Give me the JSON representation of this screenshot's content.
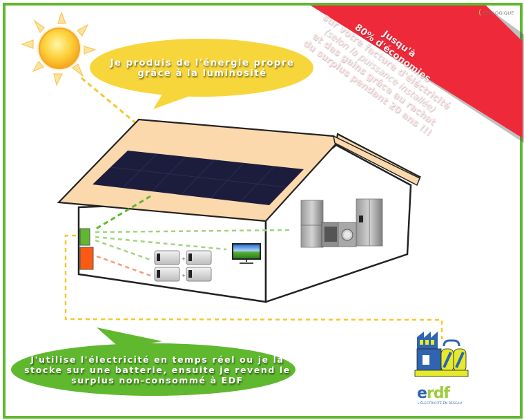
{
  "sun_bubble": {
    "line1": "Je produis de l'énergie propre",
    "line2": "grâce à la luminosité",
    "color": "#f7d63b"
  },
  "usage_bubble": {
    "line1": "J'utilise l'électricité en temps réel ou je la",
    "line2": "stocke sur une batterie, ensuite je revend le",
    "line3": "surplus non-consommé à EDF",
    "color": "#5fb82e"
  },
  "banner": {
    "line1": "Jusqu'à",
    "line2": "80% d'économies",
    "line3": "sur votre facture d'éléctricité",
    "line4": "(selon la puissance installée)",
    "line5": "et des gains grâce au rachat",
    "line6": "du surplus pendant 20 ans !!!",
    "color": "#ee2a3a"
  },
  "brand_logo": {
    "name": "ECOLOGIQUE"
  },
  "utility": {
    "name_e": "e",
    "name_rdf": "rdf",
    "tagline": "L'ÉLECTRICITÉ EN RÉSEAU"
  },
  "icons": {
    "sun": "sun-icon",
    "solar_panel": "solar-panel-icon",
    "inverter": "inverter-box-icon",
    "battery_meter": "meter-box-icon",
    "batteries": "battery-icon",
    "tv": "tv-icon",
    "appliances": "appliances-icon",
    "factory": "factory-icon"
  },
  "colors": {
    "frame": "#5fb82e",
    "roof": "#fcd9ad",
    "panel": "#1c1c3c",
    "flow_yellow": "#f7c72a",
    "flow_green": "#7cc24c",
    "flow_orange": "#f59a72",
    "inverter_green": "#5fb82e",
    "meter_orange": "#fc5a12"
  }
}
